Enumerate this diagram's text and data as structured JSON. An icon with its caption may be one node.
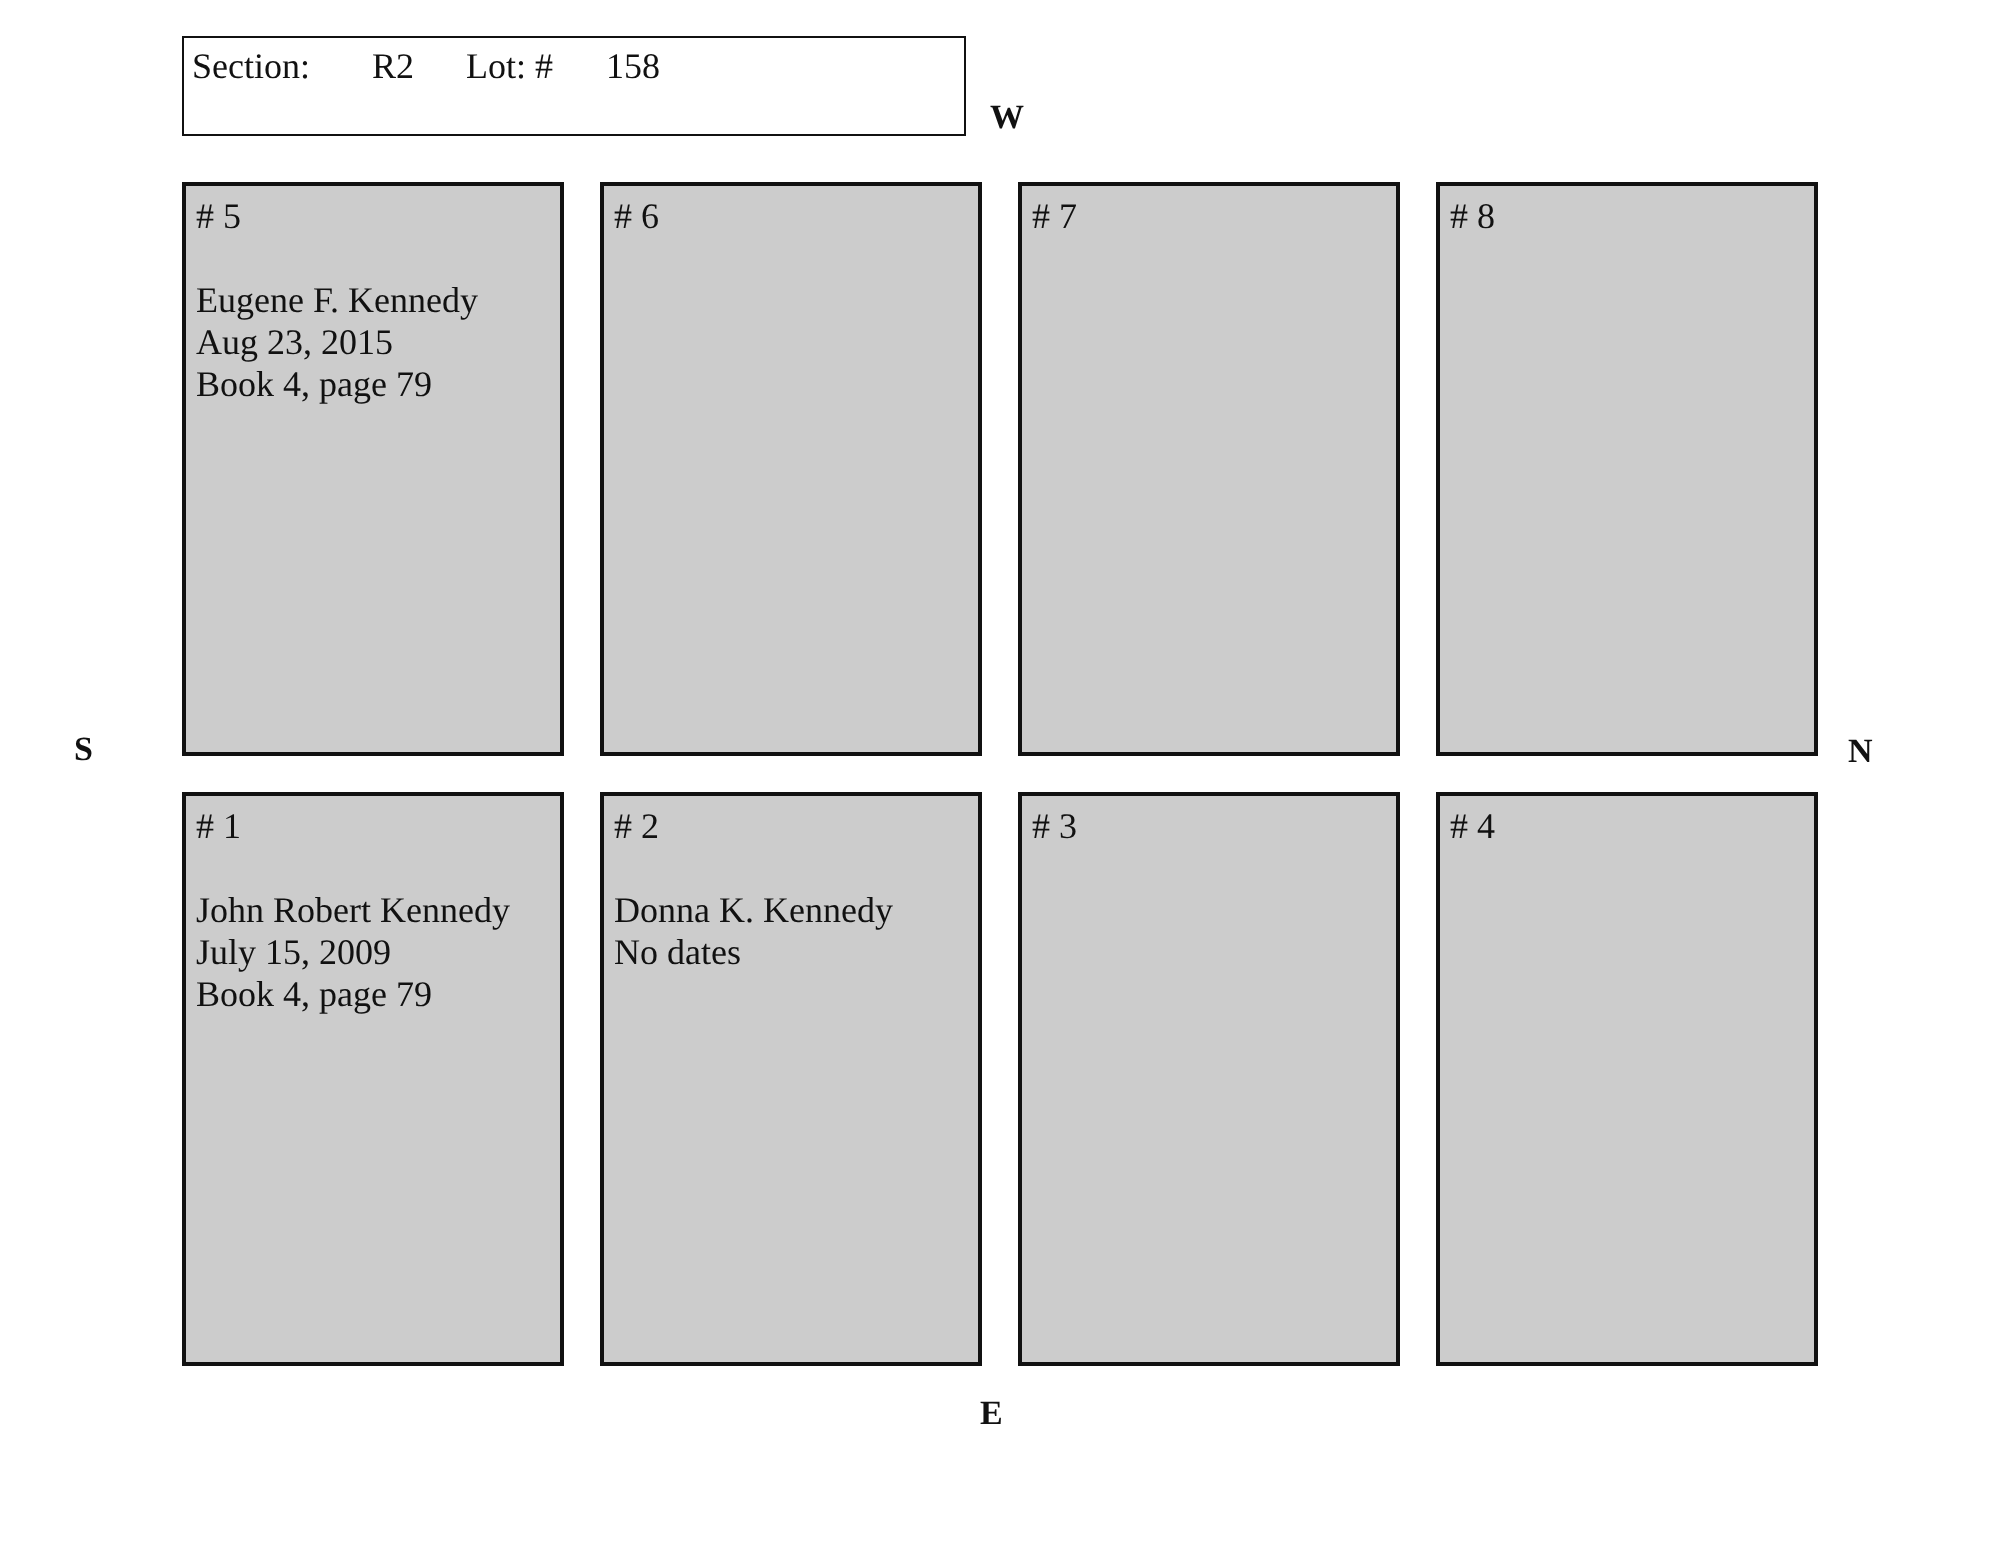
{
  "diagram": {
    "nodes": [
      {
        "text": [
          "Section:",
          "R2",
          "Lot: #",
          "158"
        ]
      },
      {
        "text": [
          "# 5",
          "Eugene F. Kennedy",
          "Aug 23, 2015",
          "Book 4, page 79"
        ]
      },
      {
        "text": [
          "# 6"
        ]
      },
      {
        "text": [
          "# 7"
        ]
      },
      {
        "text": [
          "# 8"
        ]
      },
      {
        "text": [
          "# 1",
          "John Robert Kennedy",
          "July 15, 2009",
          "Book 4, page 79"
        ]
      },
      {
        "text": [
          "# 2",
          "Donna K. Kennedy",
          "No dates"
        ]
      },
      {
        "text": [
          "# 3"
        ]
      },
      {
        "text": [
          "# 4"
        ]
      }
    ],
    "labels": [
      "W",
      "S",
      "N",
      "E"
    ]
  }
}
